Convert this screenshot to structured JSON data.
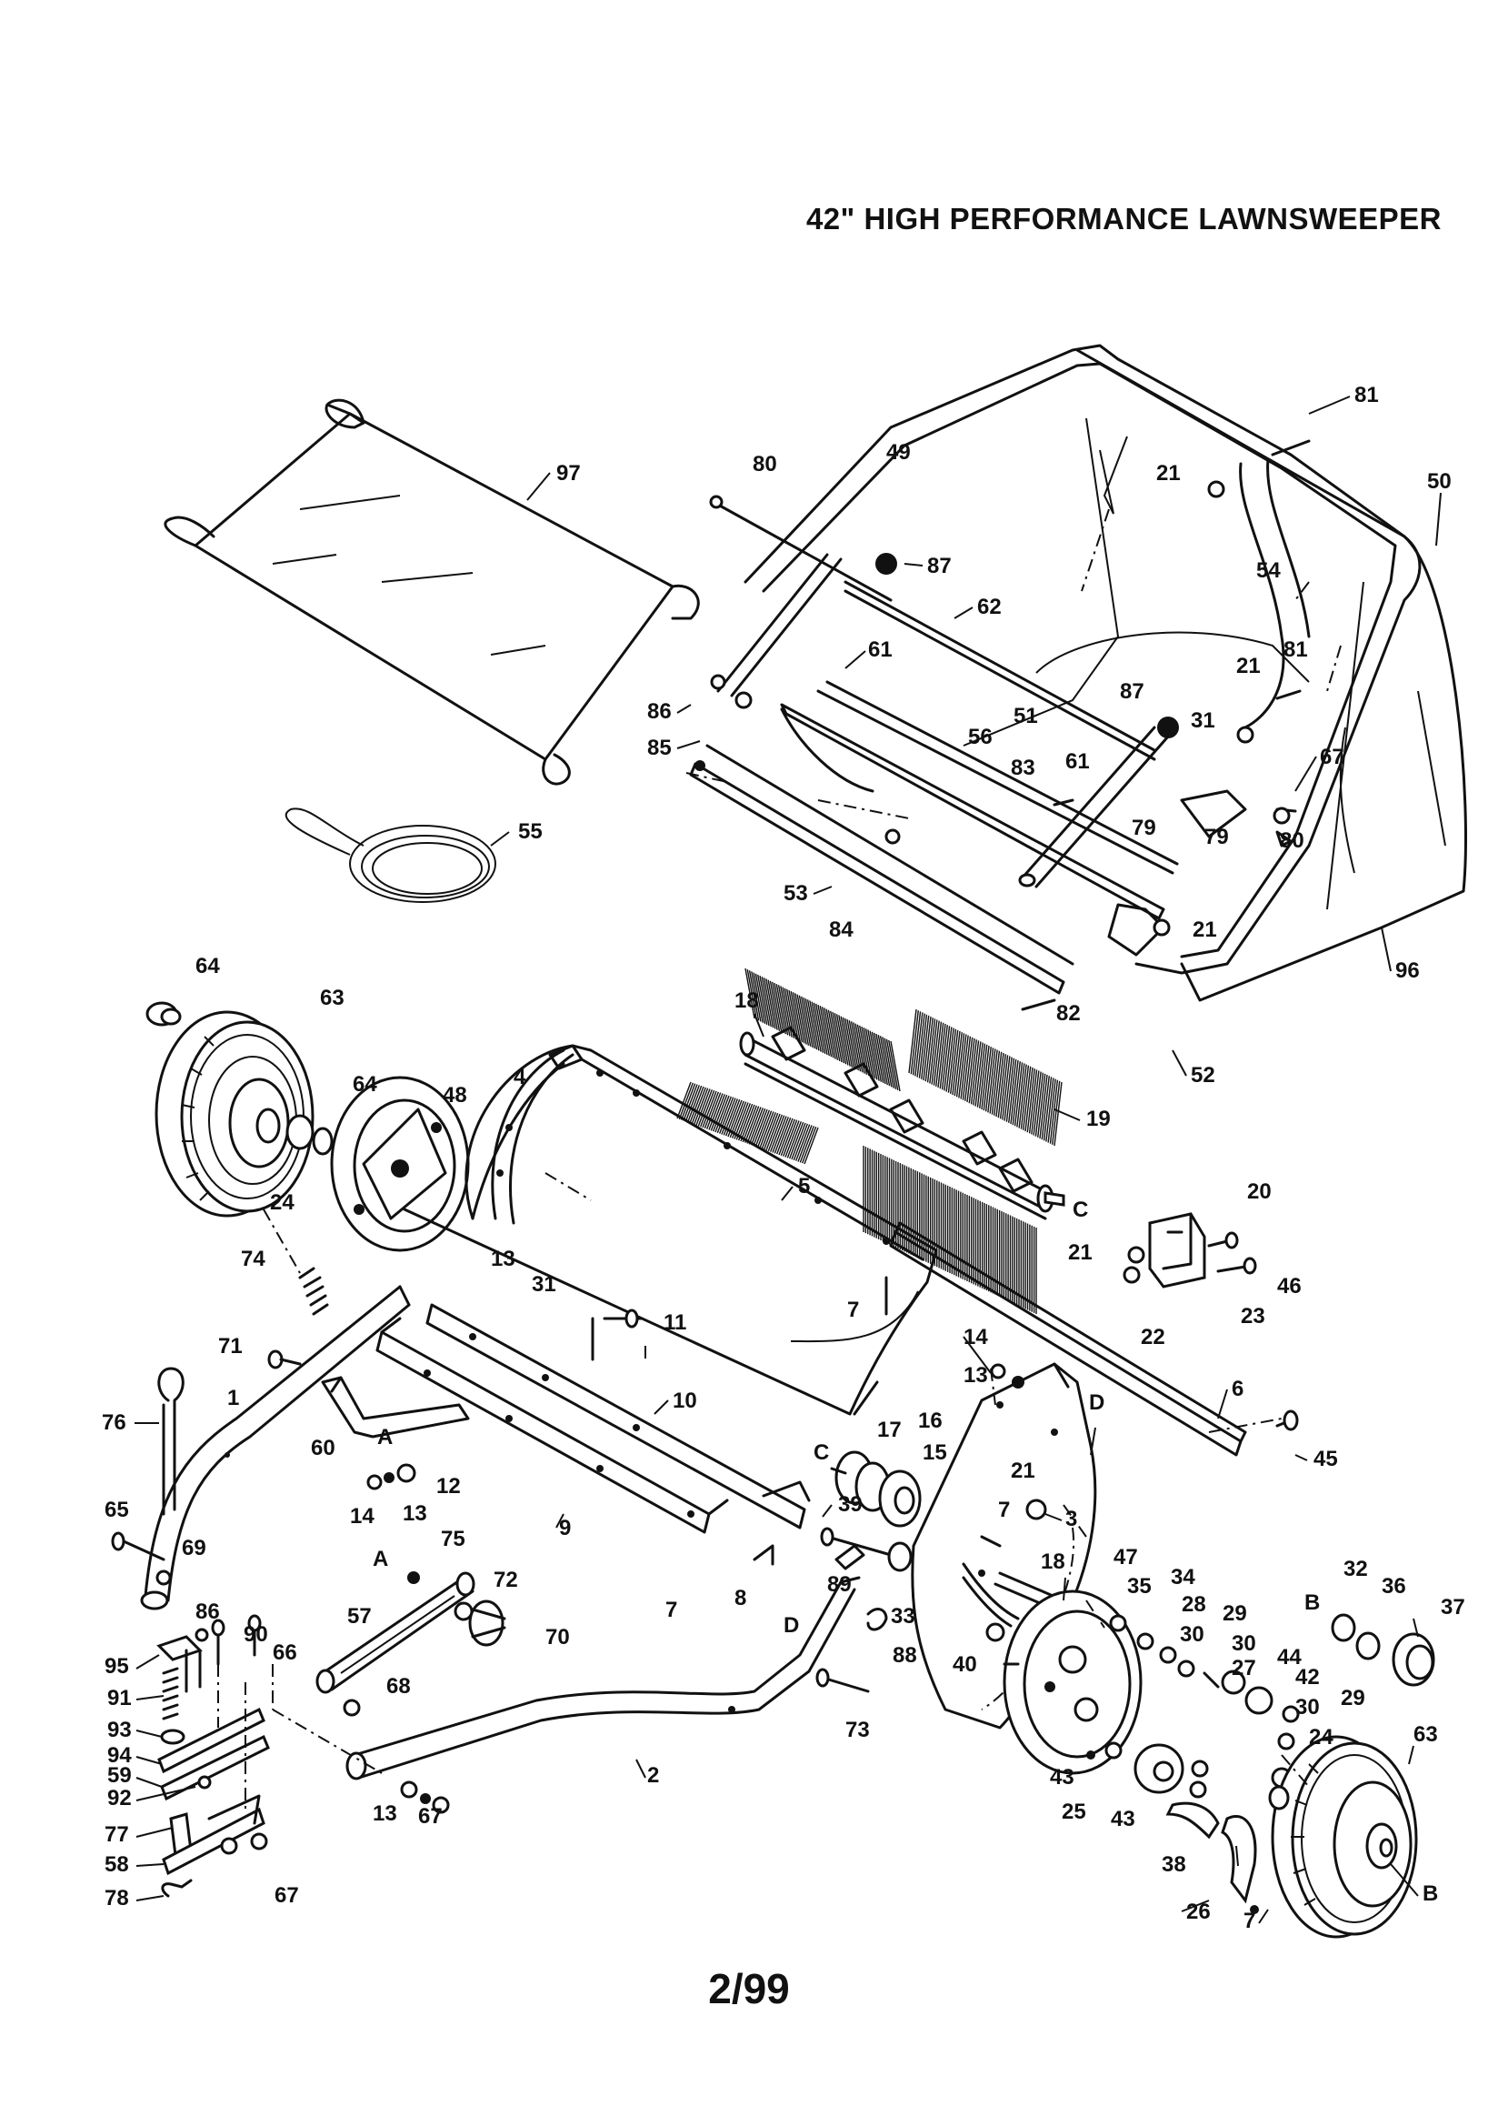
{
  "title": "42\" HIGH PERFORMANCE LAWNSWEEPER",
  "footer": "2/99",
  "labels": {
    "p1": "1",
    "p2": "2",
    "p3": "3",
    "p4": "4",
    "p5": "5",
    "p6": "6",
    "p7a": "7",
    "p7b": "7",
    "p7c": "7",
    "p7d": "7",
    "p8": "8",
    "p9": "9",
    "p10": "10",
    "p11": "11",
    "p12": "12",
    "p13a": "13",
    "p13b": "13",
    "p13c": "13",
    "p13d": "13",
    "p14a": "14",
    "p14b": "14",
    "p15": "15",
    "p16": "16",
    "p17": "17",
    "p18a": "18",
    "p18b": "18",
    "p19": "19",
    "p20": "20",
    "p21a": "21",
    "p21b": "21",
    "p21c": "21",
    "p21d": "21",
    "p21e": "21",
    "p22": "22",
    "p23": "23",
    "p24a": "24",
    "p24b": "24",
    "p25": "25",
    "p26": "26",
    "p27": "27",
    "p28": "28",
    "p29a": "29",
    "p29b": "29",
    "p30a": "30",
    "p30b": "30",
    "p30c": "30",
    "p31a": "31",
    "p31b": "31",
    "p32": "32",
    "p33": "33",
    "p34": "34",
    "p35": "35",
    "p36": "36",
    "p37": "37",
    "p38": "38",
    "p39": "39",
    "p40": "40",
    "p42": "42",
    "p43a": "43",
    "p43b": "43",
    "p44": "44",
    "p45": "45",
    "p46": "46",
    "p47": "47",
    "p48": "48",
    "p49": "49",
    "p50": "50",
    "p51": "51",
    "p52": "52",
    "p53": "53",
    "p54": "54",
    "p55": "55",
    "p56": "56",
    "p57": "57",
    "p58": "58",
    "p59": "59",
    "p60": "60",
    "p61a": "61",
    "p61b": "61",
    "p62": "62",
    "p63a": "63",
    "p63b": "63",
    "p64a": "64",
    "p64b": "64",
    "p65": "65",
    "p66": "66",
    "p67a": "67",
    "p67b": "67",
    "p67c": "67",
    "p68": "68",
    "p69": "69",
    "p70": "70",
    "p71": "71",
    "p72": "72",
    "p73": "73",
    "p74": "74",
    "p75": "75",
    "p76": "76",
    "p77": "77",
    "p78": "78",
    "p79a": "79",
    "p79b": "79",
    "p80a": "80",
    "p80b": "80",
    "p81a": "81",
    "p81b": "81",
    "p82": "82",
    "p83": "83",
    "p84": "84",
    "p85": "85",
    "p86a": "86",
    "p86b": "86",
    "p87a": "87",
    "p87b": "87",
    "p88": "88",
    "p89": "89",
    "p90": "90",
    "p91": "91",
    "p92": "92",
    "p93": "93",
    "p94": "94",
    "p95": "95",
    "p96": "96",
    "p97": "97",
    "refA1": "A",
    "refA2": "A",
    "refB1": "B",
    "refB2": "B",
    "refC1": "C",
    "refC2": "C",
    "refD1": "D",
    "refD2": "D"
  }
}
